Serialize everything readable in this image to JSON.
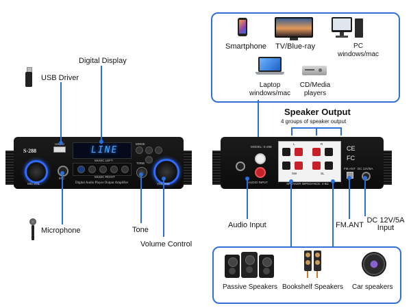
{
  "sources": {
    "items": [
      {
        "label": "Smartphone",
        "icon": "smartphone-icon"
      },
      {
        "label": "TV/Blue-ray",
        "icon": "tv-icon"
      },
      {
        "label": "PC windows/mac",
        "icon": "pc-icon"
      },
      {
        "label": "Laptop windows/mac",
        "icon": "laptop-icon"
      },
      {
        "label": "CD/Media players",
        "icon": "cd-player-icon"
      }
    ],
    "labels": {
      "smartphone": "Smartphone",
      "tv": "TV/Blue-ray",
      "pc_line1": "PC",
      "pc_line2": "windows/mac",
      "laptop_line1": "Laptop",
      "laptop_line2": "windows/mac",
      "cd_line1": "CD/Media",
      "cd_line2": "players"
    }
  },
  "speaker_output": {
    "title": "Speaker Output",
    "subtitle": "4 groups of speaker output"
  },
  "front_panel": {
    "callouts": {
      "usb_driver": "USB Driver",
      "digital_display": "Digital Display",
      "microphone": "Microphone",
      "tone": "Tone",
      "volume_control": "Volume Control"
    },
    "printed": {
      "model": "S-288",
      "usb": "USB-D",
      "display_text": "LINE",
      "mode": "MODE",
      "music_left": "MUSIC LEFT",
      "music_right": "MUSIC RIGHT",
      "tone": "TONE",
      "product_name": "Digital Audio Player Output Amplifier",
      "mic_vol": "MIC.VOL",
      "mic": "MIC",
      "volume": "VOLUME"
    }
  },
  "back_panel": {
    "callouts": {
      "audio_input": "Audio Input",
      "fm_ant": "FM.ANT",
      "dc_line1": "DC 12V/5A",
      "dc_line2": "Input"
    },
    "printed": {
      "model": "MODEL: S-288",
      "audio_input": "AUDIO INPUT",
      "speaker_impedance": "SPEAKER IMPEDANCE: 4-8Ω",
      "fm_ant": "FM.ANT",
      "dc": "DC 12V/5A",
      "ce": "CE",
      "fc": "FC",
      "sw": "SW",
      "sl": "SL",
      "l": "L",
      "r": "R"
    }
  },
  "speakers": {
    "passive": "Passive Speakers",
    "bookshelf": "Bookshelf Speakers",
    "car": "Car speakers"
  },
  "colors": {
    "accent": "#2f6fd6",
    "knob_glow": "#2f6bff",
    "terminal_red": "#c8202a",
    "terminal_black": "#1a1a1a"
  }
}
